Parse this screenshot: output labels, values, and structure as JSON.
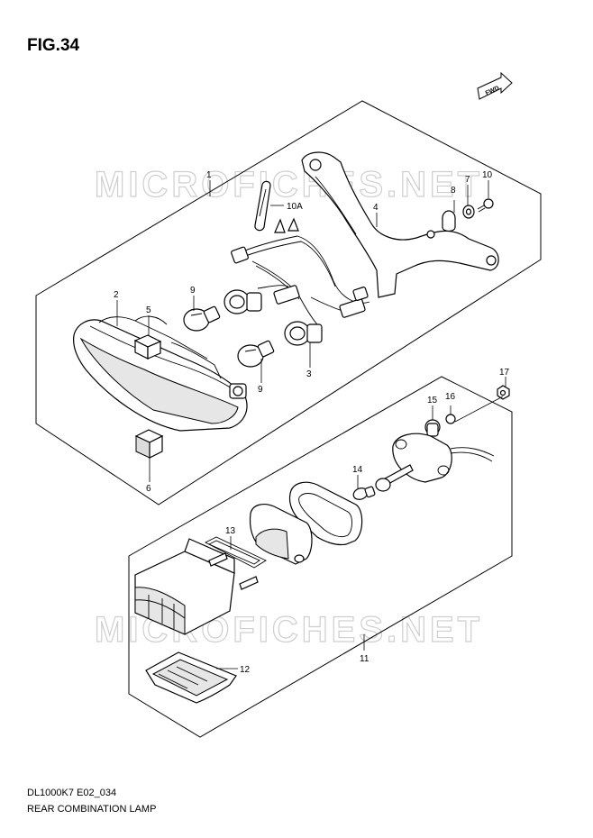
{
  "figure": {
    "title": "FIG.34",
    "diagram_code": "DL1000K7 E02_034",
    "diagram_name": "REAR COMBINATION LAMP",
    "direction_badge": "FWD",
    "watermarks": [
      "MICROFICHES.NET",
      "MICROFICHES.NET"
    ]
  },
  "callouts": {
    "c1": "1",
    "c2": "2",
    "c3": "3",
    "c4": "4",
    "c5": "5",
    "c6": "6",
    "c7": "7",
    "c8": "8",
    "c9a": "9",
    "c9b": "9",
    "c10": "10",
    "c10a": "10A",
    "c11": "11",
    "c12": "12",
    "c13": "13",
    "c14": "14",
    "c15": "15",
    "c16": "16",
    "c17": "17"
  }
}
